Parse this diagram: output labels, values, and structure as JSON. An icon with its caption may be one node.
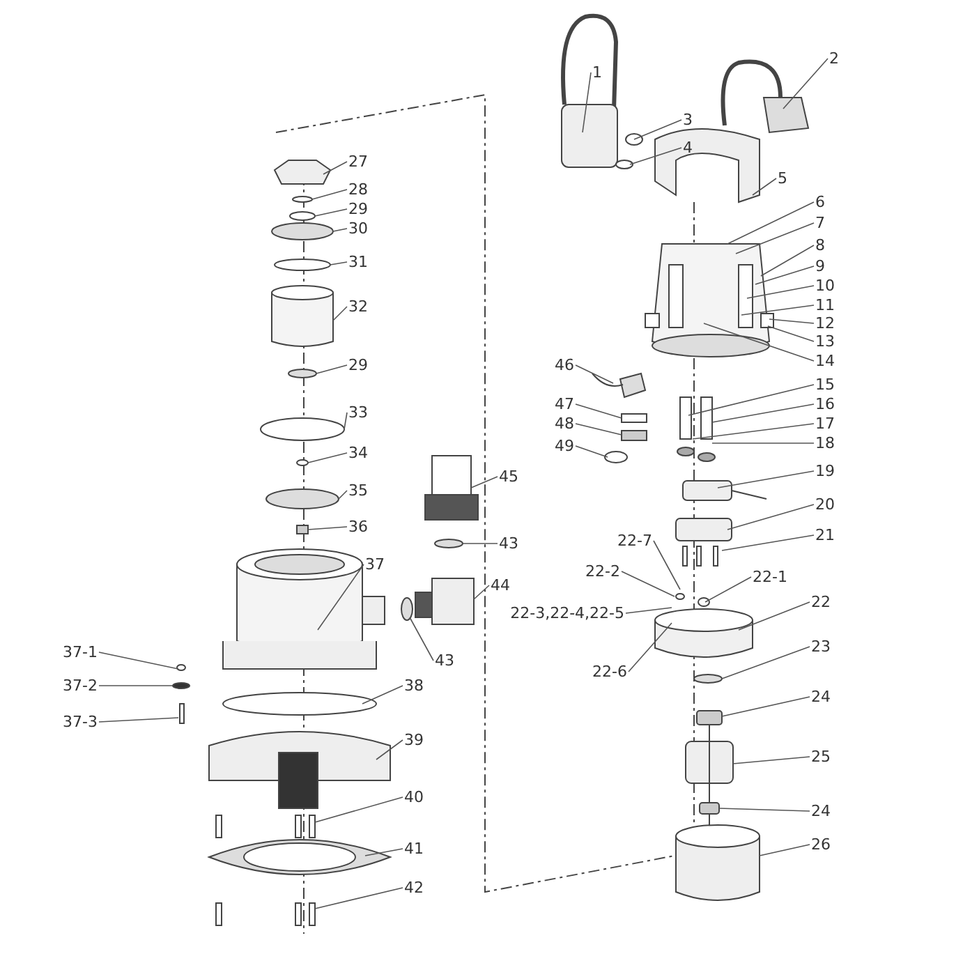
{
  "diagram": {
    "nodes": [
      {
        "text": [
          "1"
        ]
      },
      {
        "text": [
          "2"
        ]
      },
      {
        "text": [
          "3"
        ]
      },
      {
        "text": [
          "4"
        ]
      },
      {
        "text": [
          "5"
        ]
      },
      {
        "text": [
          "6"
        ]
      },
      {
        "text": [
          "7"
        ]
      },
      {
        "text": [
          "8"
        ]
      },
      {
        "text": [
          "9"
        ]
      },
      {
        "text": [
          "10"
        ]
      },
      {
        "text": [
          "11"
        ]
      },
      {
        "text": [
          "12"
        ]
      },
      {
        "text": [
          "13"
        ]
      },
      {
        "text": [
          "14"
        ]
      },
      {
        "text": [
          "46"
        ]
      },
      {
        "text": [
          "15"
        ]
      },
      {
        "text": [
          "16"
        ]
      },
      {
        "text": [
          "47"
        ]
      },
      {
        "text": [
          "48"
        ]
      },
      {
        "text": [
          "17"
        ]
      },
      {
        "text": [
          "18"
        ]
      },
      {
        "text": [
          "49"
        ]
      },
      {
        "text": [
          "19"
        ]
      },
      {
        "text": [
          "20"
        ]
      },
      {
        "text": [
          "21"
        ]
      },
      {
        "text": [
          "22-2"
        ]
      },
      {
        "text": [
          "22-7"
        ]
      },
      {
        "text": [
          "22-1"
        ]
      },
      {
        "text": [
          "22-3,22-4,22-5"
        ]
      },
      {
        "text": [
          "22-6"
        ]
      },
      {
        "text": [
          "22"
        ]
      },
      {
        "text": [
          "23"
        ]
      },
      {
        "text": [
          "24"
        ]
      },
      {
        "text": [
          "25"
        ]
      },
      {
        "text": [
          "24"
        ]
      },
      {
        "text": [
          "26"
        ]
      },
      {
        "text": [
          "27"
        ]
      },
      {
        "text": [
          "28"
        ]
      },
      {
        "text": [
          "29"
        ]
      },
      {
        "text": [
          "30"
        ]
      },
      {
        "text": [
          "31"
        ]
      },
      {
        "text": [
          "32"
        ]
      },
      {
        "text": [
          "29"
        ]
      },
      {
        "text": [
          "33"
        ]
      },
      {
        "text": [
          "34"
        ]
      },
      {
        "text": [
          "35"
        ]
      },
      {
        "text": [
          "36"
        ]
      },
      {
        "text": [
          "45"
        ]
      },
      {
        "text": [
          "43"
        ]
      },
      {
        "text": [
          "44"
        ]
      },
      {
        "text": [
          "43"
        ]
      },
      {
        "text": [
          "37"
        ]
      },
      {
        "text": [
          "37-1"
        ]
      },
      {
        "text": [
          "37-2"
        ]
      },
      {
        "text": [
          "37-3"
        ]
      },
      {
        "text": [
          "38"
        ]
      },
      {
        "text": [
          "39"
        ]
      },
      {
        "text": [
          "40"
        ]
      },
      {
        "text": [
          "41"
        ]
      },
      {
        "text": [
          "42"
        ]
      }
    ],
    "edges": [
      {
        "from": 0,
        "to": null,
        "arrow": "none"
      },
      {
        "from": 1,
        "to": null,
        "arrow": "none"
      },
      {
        "from": 2,
        "to": null,
        "arrow": "none"
      },
      {
        "from": 3,
        "to": null,
        "arrow": "none"
      },
      {
        "from": 4,
        "to": null,
        "arrow": "none"
      },
      {
        "from": 5,
        "to": null,
        "arrow": "none"
      },
      {
        "from": 6,
        "to": null,
        "arrow": "none"
      },
      {
        "from": 7,
        "to": null,
        "arrow": "none"
      },
      {
        "from": 8,
        "to": null,
        "arrow": "none"
      },
      {
        "from": 9,
        "to": null,
        "arrow": "none"
      },
      {
        "from": 10,
        "to": null,
        "arrow": "none"
      },
      {
        "from": 11,
        "to": null,
        "arrow": "none"
      },
      {
        "from": 12,
        "to": null,
        "arrow": "none"
      },
      {
        "from": 13,
        "to": null,
        "arrow": "none"
      },
      {
        "from": 14,
        "to": null,
        "arrow": "none"
      },
      {
        "from": 15,
        "to": null,
        "arrow": "none"
      },
      {
        "from": 16,
        "to": null,
        "arrow": "none"
      },
      {
        "from": 17,
        "to": null,
        "arrow": "none"
      },
      {
        "from": 18,
        "to": null,
        "arrow": "none"
      },
      {
        "from": 19,
        "to": null,
        "arrow": "none"
      },
      {
        "from": 20,
        "to": null,
        "arrow": "none"
      },
      {
        "from": 21,
        "to": null,
        "arrow": "none"
      },
      {
        "from": 22,
        "to": null,
        "arrow": "none"
      },
      {
        "from": 23,
        "to": null,
        "arrow": "none"
      },
      {
        "from": 24,
        "to": null,
        "arrow": "none"
      },
      {
        "from": 25,
        "to": null,
        "arrow": "none"
      },
      {
        "from": 26,
        "to": null,
        "arrow": "none"
      },
      {
        "from": 27,
        "to": null,
        "arrow": "none"
      },
      {
        "from": 28,
        "to": null,
        "arrow": "none"
      },
      {
        "from": 29,
        "to": null,
        "arrow": "none"
      },
      {
        "from": 30,
        "to": null,
        "arrow": "none"
      },
      {
        "from": 31,
        "to": null,
        "arrow": "none"
      },
      {
        "from": 32,
        "to": null,
        "arrow": "none"
      },
      {
        "from": 33,
        "to": null,
        "arrow": "none"
      },
      {
        "from": 34,
        "to": null,
        "arrow": "none"
      },
      {
        "from": 35,
        "to": null,
        "arrow": "none"
      },
      {
        "from": 36,
        "to": null,
        "arrow": "none"
      },
      {
        "from": 37,
        "to": null,
        "arrow": "none"
      },
      {
        "from": 38,
        "to": null,
        "arrow": "none"
      },
      {
        "from": 39,
        "to": null,
        "arrow": "none"
      },
      {
        "from": 40,
        "to": null,
        "arrow": "none"
      },
      {
        "from": 41,
        "to": null,
        "arrow": "none"
      },
      {
        "from": 42,
        "to": null,
        "arrow": "none"
      },
      {
        "from": 43,
        "to": null,
        "arrow": "none"
      },
      {
        "from": 44,
        "to": null,
        "arrow": "none"
      },
      {
        "from": 45,
        "to": null,
        "arrow": "none"
      },
      {
        "from": 46,
        "to": null,
        "arrow": "none"
      },
      {
        "from": 47,
        "to": null,
        "arrow": "none"
      },
      {
        "from": 48,
        "to": null,
        "arrow": "none"
      },
      {
        "from": 49,
        "to": null,
        "arrow": "none"
      },
      {
        "from": 50,
        "to": null,
        "arrow": "none"
      },
      {
        "from": 51,
        "to": null,
        "arrow": "none"
      },
      {
        "from": 52,
        "to": null,
        "arrow": "none"
      },
      {
        "from": 53,
        "to": null,
        "arrow": "none"
      },
      {
        "from": 54,
        "to": null,
        "arrow": "none"
      },
      {
        "from": 55,
        "to": null,
        "arrow": "none"
      },
      {
        "from": 56,
        "to": null,
        "arrow": "none"
      },
      {
        "from": 57,
        "to": null,
        "arrow": "none"
      },
      {
        "from": 58,
        "to": null,
        "arrow": "none"
      },
      {
        "from": 59,
        "to": null,
        "arrow": "none"
      }
    ]
  }
}
